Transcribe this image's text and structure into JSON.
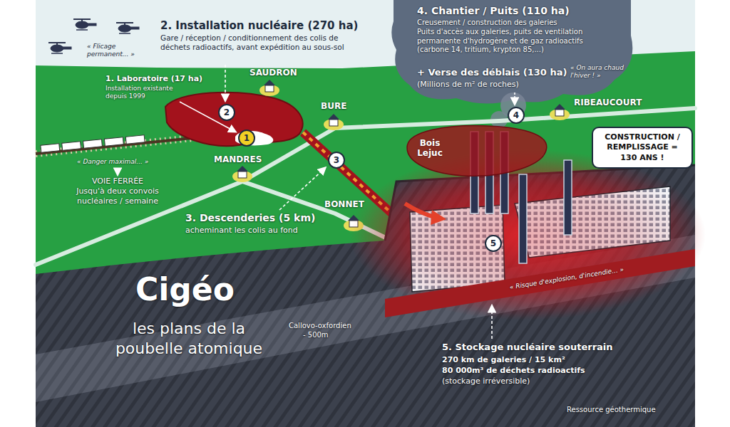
{
  "diagram": {
    "title": "Cigéo",
    "caption": "les plans de la poubelle atomique",
    "nodes": [
      {
        "text": [
          "1"
        ]
      },
      {
        "text": [
          "2"
        ]
      },
      {
        "text": [
          "3"
        ]
      },
      {
        "text": [
          "4"
        ]
      },
      {
        "text": [
          "5"
        ]
      },
      {
        "text": [
          "Bois Lejuc"
        ]
      },
      {
        "text": [
          "CONSTRUCTION / REMPLISSAGE = 130 ANS !"
        ]
      }
    ],
    "labels": [
      "« Flicage permanent... »",
      "2. Installation nucléaire (270 ha)",
      "Gare / réception / conditionnement des colis de déchets radioactifs, avant expédition au sous-sol",
      "SAUDRON",
      "1. Laboratoire (17 ha)",
      "Installation existante depuis 1999",
      "BURE",
      "MANDRES",
      "« Danger maximal... »",
      "VOIE FERRÉE",
      "Jusqu'à deux convois nucléaires / semaine",
      "3. Descenderies (5 km)",
      "acheminant les colis au fond",
      "BONNET",
      "4. Chantier / Puits (110 ha)",
      "Creusement / construction des galeries",
      "Puits d'accès aux galeries, puits de ventilation permanente d'hydrogène et de gaz radioactifs (carbone 14, tritium, krypton 85,...)",
      "+ Verse des déblais (130 ha)",
      "(Millions de m² de roches)",
      "« On aura chaud l'hiver ! »",
      "RIBEAUCOURT",
      "Callovo-oxfordien",
      "- 500m",
      "« Risque d'explosion, d'incendie... »",
      "5. Stockage nucléaire souterrain",
      "270 km de galeries / 15 km²",
      "80 000m³ de déchets radioactifs",
      "(stockage irréversible)",
      "Ressource géothermique"
    ]
  }
}
